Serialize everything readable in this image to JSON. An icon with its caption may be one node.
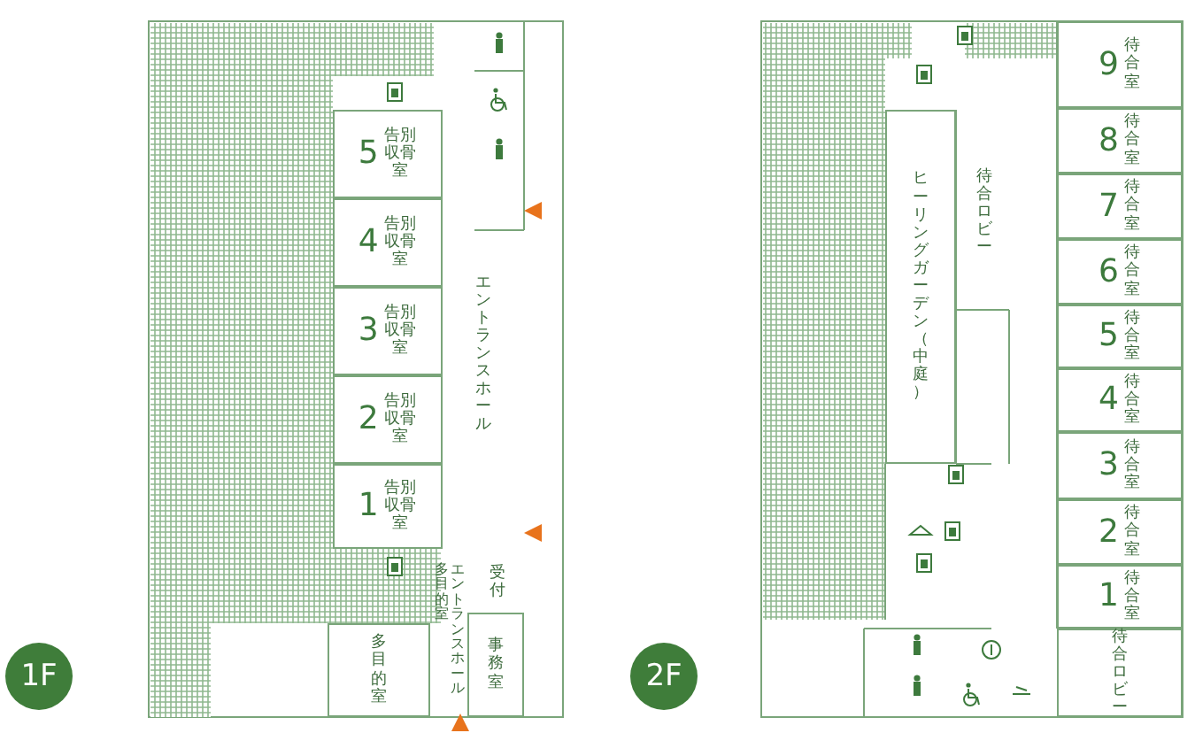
{
  "diagram": {
    "nodes": [
      {
        "text": [
          "5",
          "告別収骨室"
        ]
      },
      {
        "text": [
          "4",
          "告別収骨室"
        ]
      },
      {
        "text": [
          "3",
          "告別収骨室"
        ]
      },
      {
        "text": [
          "2",
          "告別収骨室"
        ]
      },
      {
        "text": [
          "1",
          "告別収骨室"
        ]
      },
      {
        "text": [
          "エントランスホール"
        ]
      },
      {
        "text": [
          "受付"
        ]
      },
      {
        "text": [
          "事務室"
        ]
      },
      {
        "text": [
          "多目的室"
        ]
      },
      {
        "text": [
          "多目的室",
          "エントランスホール"
        ]
      },
      {
        "text": [
          "9",
          "待合室"
        ]
      },
      {
        "text": [
          "8",
          "待合室"
        ]
      },
      {
        "text": [
          "7",
          "待合室"
        ]
      },
      {
        "text": [
          "6",
          "待合室"
        ]
      },
      {
        "text": [
          "5",
          "待合室"
        ]
      },
      {
        "text": [
          "4",
          "待合室"
        ]
      },
      {
        "text": [
          "3",
          "待合室"
        ]
      },
      {
        "text": [
          "2",
          "待合室"
        ]
      },
      {
        "text": [
          "1",
          "待合室"
        ]
      },
      {
        "text": [
          "待合ロビー"
        ]
      },
      {
        "text": [
          "ヒーリングガーデン（中庭）"
        ]
      },
      {
        "text": [
          "待合ロビー"
        ]
      }
    ],
    "labels": [
      "1F",
      "2F"
    ]
  }
}
